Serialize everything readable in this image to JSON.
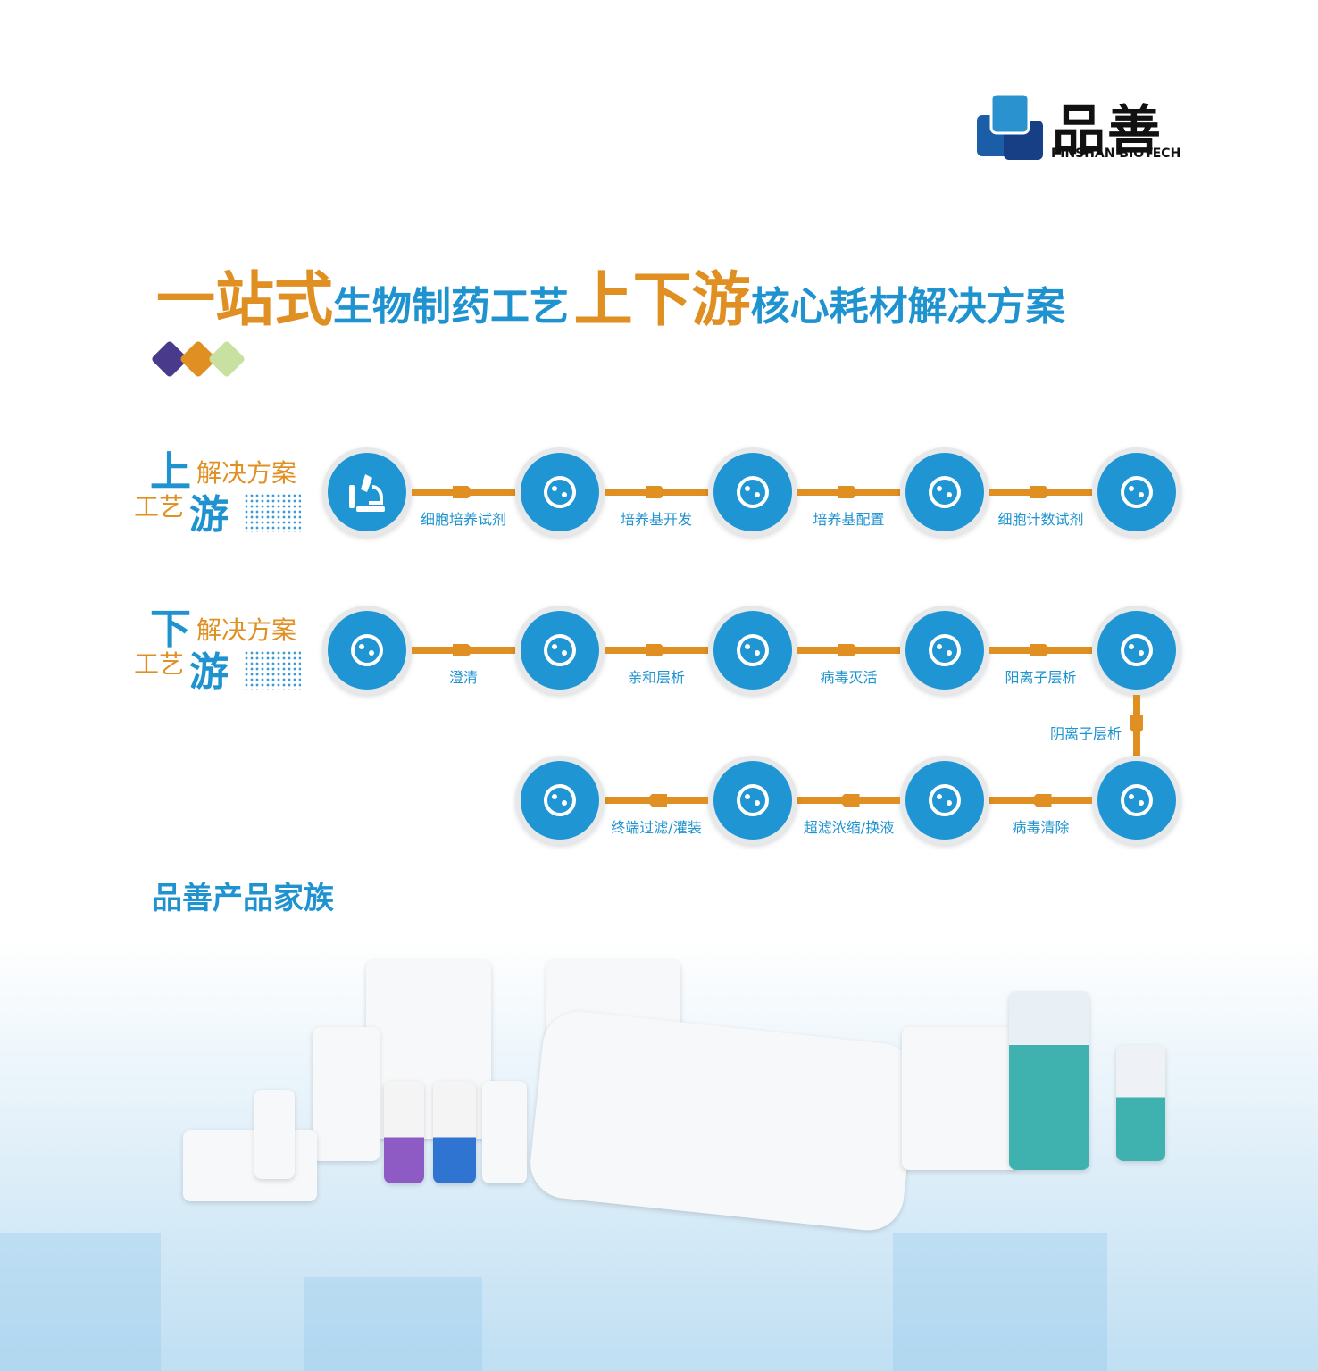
{
  "brand": {
    "name_cn": "品善",
    "name_en": "PINSHAN BIOTECH",
    "colors": {
      "blue": "#1e93d0",
      "orange": "#e08f22",
      "purple": "#4a3a8c",
      "green": "#c8e0a0"
    }
  },
  "headline": {
    "part1": "一站式",
    "part2": "生物制药工艺",
    "part3": "上下游",
    "part4": "核心耗材解决方案"
  },
  "upstream": {
    "big": "上",
    "solution": "解决方案",
    "craft": "工艺",
    "you": "游",
    "steps": [
      {
        "icon": "microscope-icon",
        "label": "细胞培养试剂"
      },
      {
        "icon": "test-tube-dna-icon",
        "label": "培养基开发"
      },
      {
        "icon": "media-bottle-icon",
        "label": "培养基配置"
      },
      {
        "icon": "cell-counting-icon",
        "label": "细胞计数试剂"
      },
      {
        "icon": "container-bottle-icon"
      }
    ]
  },
  "downstream": {
    "big": "下",
    "solution": "解决方案",
    "craft": "工艺",
    "you": "游",
    "steps": [
      {
        "icon": "cubes-filter-icon",
        "label": "澄清"
      },
      {
        "icon": "particles-membrane-icon",
        "label": "亲和层析"
      },
      {
        "icon": "chromatography-column-icon",
        "label": "病毒灭活"
      },
      {
        "icon": "tank-icon",
        "label": "阳离子层析"
      },
      {
        "icon": "column-icon",
        "label": "阴离子层析"
      },
      {
        "icon": "syringe-filter-icon",
        "label": "病毒清除"
      },
      {
        "icon": "filter-basket-icon",
        "label": "超滤浓缩/换液"
      },
      {
        "icon": "ultrafiltration-cassette-icon",
        "label": "终端过滤/灌装"
      },
      {
        "icon": "filling-line-icon"
      }
    ]
  },
  "family_title": "品善产品家族"
}
